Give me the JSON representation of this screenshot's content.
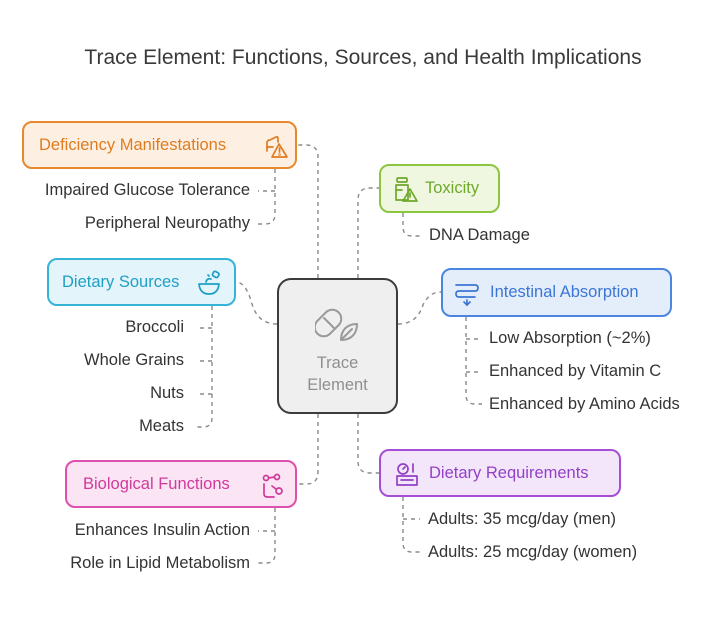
{
  "title": "Trace Element: Functions, Sources, and Health Implications",
  "center": {
    "line1": "Trace",
    "line2": "Element",
    "icon": "pill-leaf-icon"
  },
  "branches": {
    "deficiency": {
      "label": "Deficiency Manifestations",
      "color": "#e8892f",
      "icon": "warning-hand-icon",
      "items": [
        "Impaired Glucose Tolerance",
        "Peripheral Neuropathy"
      ]
    },
    "dietary_sources": {
      "label": "Dietary Sources",
      "color": "#35b4d8",
      "icon": "bowl-icon",
      "items": [
        "Broccoli",
        "Whole Grains",
        "Nuts",
        "Meats"
      ]
    },
    "biological_functions": {
      "label": "Biological Functions",
      "color": "#de4fae",
      "icon": "molecule-hand-icon",
      "items": [
        "Enhances Insulin Action",
        "Role in Lipid Metabolism"
      ]
    },
    "toxicity": {
      "label": "Toxicity",
      "color": "#8cc63f",
      "icon": "bottle-warning-icon",
      "items": [
        "DNA Damage"
      ]
    },
    "intestinal_absorption": {
      "label": "Intestinal Absorption",
      "color": "#4a86e0",
      "icon": "intestine-icon",
      "items": [
        "Low Absorption (~2%)",
        "Enhanced by Vitamin C",
        "Enhanced by Amino Acids"
      ]
    },
    "dietary_requirements": {
      "label": "Dietary Requirements",
      "color": "#a64fd6",
      "icon": "scale-icon",
      "items": [
        "Adults: 35 mcg/day (men)",
        "Adults: 25 mcg/day (women)"
      ]
    }
  }
}
